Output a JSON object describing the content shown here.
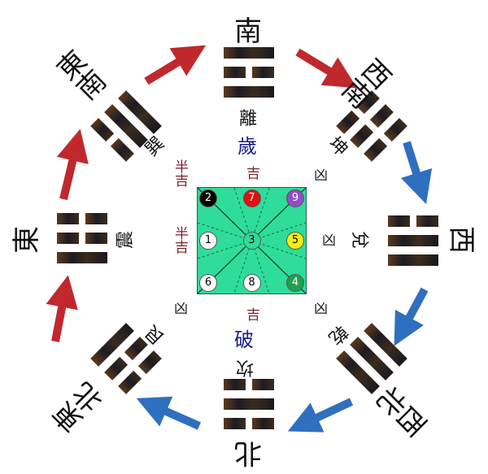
{
  "directions": {
    "south": "南",
    "southwest": "西南",
    "west": "西",
    "northwest": "西北",
    "north": "北",
    "northeast": "東北",
    "east": "東",
    "southeast": "東南"
  },
  "trigrams": {
    "south": {
      "name": "離",
      "lines": [
        "solid",
        "broken",
        "solid"
      ]
    },
    "southwest": {
      "name": "坤",
      "lines": [
        "broken",
        "broken",
        "broken"
      ]
    },
    "west": {
      "name": "兌",
      "lines": [
        "broken",
        "solid",
        "solid"
      ]
    },
    "northwest": {
      "name": "乾",
      "lines": [
        "solid",
        "solid",
        "solid"
      ]
    },
    "north": {
      "name": "坎",
      "lines": [
        "broken",
        "solid",
        "broken"
      ]
    },
    "northeast": {
      "name": "艮",
      "lines": [
        "solid",
        "broken",
        "broken"
      ]
    },
    "east": {
      "name": "震",
      "lines": [
        "broken",
        "broken",
        "solid"
      ]
    },
    "southeast": {
      "name": "巽",
      "lines": [
        "solid",
        "solid",
        "broken"
      ]
    }
  },
  "markers": {
    "sui": "歲",
    "po": "破"
  },
  "fortunes": {
    "top": "吉",
    "top_left": "半吉",
    "top_right": "凶",
    "left": "半吉",
    "right": "凶",
    "bottom_left": "凶",
    "bottom": "吉",
    "bottom_right": "凶"
  },
  "grid": [
    {
      "n": "2",
      "color": "#000000",
      "text": "#ffffff"
    },
    {
      "n": "7",
      "color": "#e01010",
      "text": "#ffffff"
    },
    {
      "n": "9",
      "color": "#8e4fc4",
      "text": "#ffffff"
    },
    {
      "n": "1",
      "color": "#ffffff",
      "text": "#000000"
    },
    {
      "n": "3",
      "color": "#2fdc9a",
      "text": "#000000"
    },
    {
      "n": "5",
      "color": "#f4ee10",
      "text": "#000000"
    },
    {
      "n": "6",
      "color": "#ffffff",
      "text": "#000000"
    },
    {
      "n": "8",
      "color": "#ffffff",
      "text": "#000000"
    },
    {
      "n": "4",
      "color": "#1fa050",
      "text": "#ffffff"
    }
  ],
  "colors": {
    "red_arrow": "#c0282c",
    "blue_arrow": "#2f6fc0",
    "square": "#2fdc9a",
    "fortune": "#7a1f2a",
    "marker": "#1a1a8c"
  }
}
